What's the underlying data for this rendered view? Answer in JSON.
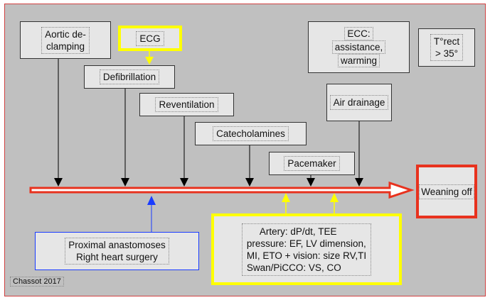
{
  "boxes": {
    "aortic": [
      "Aortic de-",
      "clamping"
    ],
    "ecg": "ECG",
    "defibrillation": "Defibrillation",
    "reventilation": "Reventilation",
    "catecholamines": "Catecholamines",
    "pacemaker": "Pacemaker",
    "ecc": [
      "ECC:",
      "assistance,",
      "warming"
    ],
    "air_drainage": "Air drainage",
    "trect": [
      "T°rect",
      "> 35°"
    ],
    "weaning": "Weaning off",
    "proximal": [
      "Proximal anastomoses",
      "Right heart surgery"
    ],
    "monitoring": [
      "Artery: dP/dt, TEE",
      "pressure: EF, LV dimension,",
      "MI, ETO + vision: size RV,TI",
      "Swan/PiCCO: VS, CO"
    ]
  },
  "credit": "Chassot 2017",
  "colors": {
    "timeline": "#e8321e",
    "highlight": "#ffff00",
    "blue": "#1a3cff",
    "background": "#c0c0c0"
  }
}
